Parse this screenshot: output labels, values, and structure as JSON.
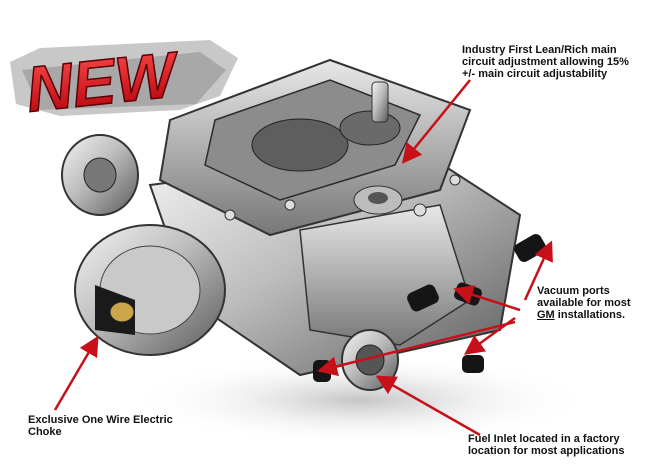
{
  "banner": {
    "text": "NEW",
    "color": "#e0141b"
  },
  "callouts": {
    "lean_rich": {
      "lines": [
        "Industry First Lean/Rich main",
        "circuit adjustment allowing 15%",
        "+/- main circuit adjustability"
      ]
    },
    "vacuum": {
      "line1": "Vacuum ports",
      "line2": "available for most",
      "line3_brand": "GM",
      "line3_rest": " installations."
    },
    "choke": {
      "lines": [
        "Exclusive One Wire Electric",
        "Choke"
      ]
    },
    "fuel": {
      "lines": [
        "Fuel Inlet located in a factory",
        "location for most applications"
      ]
    }
  },
  "colors": {
    "leader": "#c8101a",
    "metal_light": "#e6e6e6",
    "metal_dark": "#4a4a4a",
    "rubber": "#151515"
  },
  "icons": [
    "carburetor-illustration",
    "leader-arrow"
  ]
}
